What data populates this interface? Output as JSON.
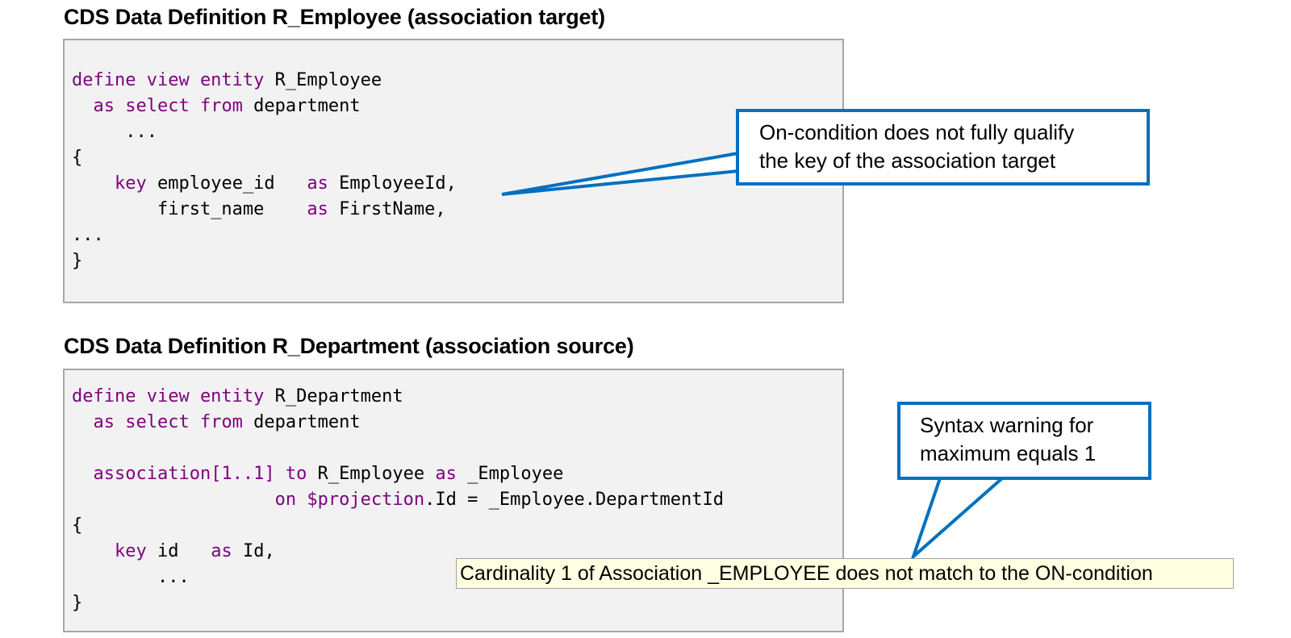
{
  "section1": {
    "heading": "CDS Data Definition R_Employee (association target)",
    "code": [
      [
        {
          "t": "define view entity",
          "k": true
        },
        {
          "t": " R_Employee"
        }
      ],
      [
        {
          "t": "  "
        },
        {
          "t": "as select from",
          "k": true
        },
        {
          "t": " department"
        }
      ],
      [
        {
          "t": "     ..."
        }
      ],
      [
        {
          "t": "{"
        }
      ],
      [
        {
          "t": "    "
        },
        {
          "t": "key",
          "k": true
        },
        {
          "t": " employee_id   "
        },
        {
          "t": "as",
          "k": true
        },
        {
          "t": " EmployeeId,"
        }
      ],
      [
        {
          "t": "        first_name    "
        },
        {
          "t": "as",
          "k": true
        },
        {
          "t": " FirstName,"
        }
      ],
      [
        {
          "t": "..."
        }
      ],
      [
        {
          "t": "}"
        }
      ]
    ]
  },
  "section2": {
    "heading": "CDS Data Definition R_Department (association source)",
    "code": [
      [
        {
          "t": "define view entity",
          "k": true
        },
        {
          "t": " R_Department"
        }
      ],
      [
        {
          "t": "  "
        },
        {
          "t": "as select from",
          "k": true
        },
        {
          "t": " department"
        }
      ],
      [
        {
          "t": ""
        }
      ],
      [
        {
          "t": "  "
        },
        {
          "t": "association[1..1] to",
          "k": true
        },
        {
          "t": " R_Employee "
        },
        {
          "t": "as",
          "k": true
        },
        {
          "t": " _Employee"
        }
      ],
      [
        {
          "t": "                   "
        },
        {
          "t": "on $projection",
          "k": true
        },
        {
          "t": ".Id = _Employee.DepartmentId"
        }
      ],
      [
        {
          "t": "{"
        }
      ],
      [
        {
          "t": "    "
        },
        {
          "t": "key",
          "k": true
        },
        {
          "t": " id   "
        },
        {
          "t": "as",
          "k": true
        },
        {
          "t": " Id,"
        }
      ],
      [
        {
          "t": "        ..."
        }
      ],
      [
        {
          "t": "}"
        }
      ]
    ]
  },
  "callout1": {
    "line1": "On-condition does not fully qualify",
    "line2": "the key of the association target"
  },
  "callout2": {
    "line1": "Syntax warning for",
    "line2": "maximum equals 1"
  },
  "tooltip": "Cardinality 1 of Association _EMPLOYEE does not match to the ON-condition",
  "colors": {
    "keyword": "#7f007f",
    "callout_border": "#0070c0",
    "code_background": "#f2f2f2",
    "tooltip_background": "#ffffe1"
  }
}
